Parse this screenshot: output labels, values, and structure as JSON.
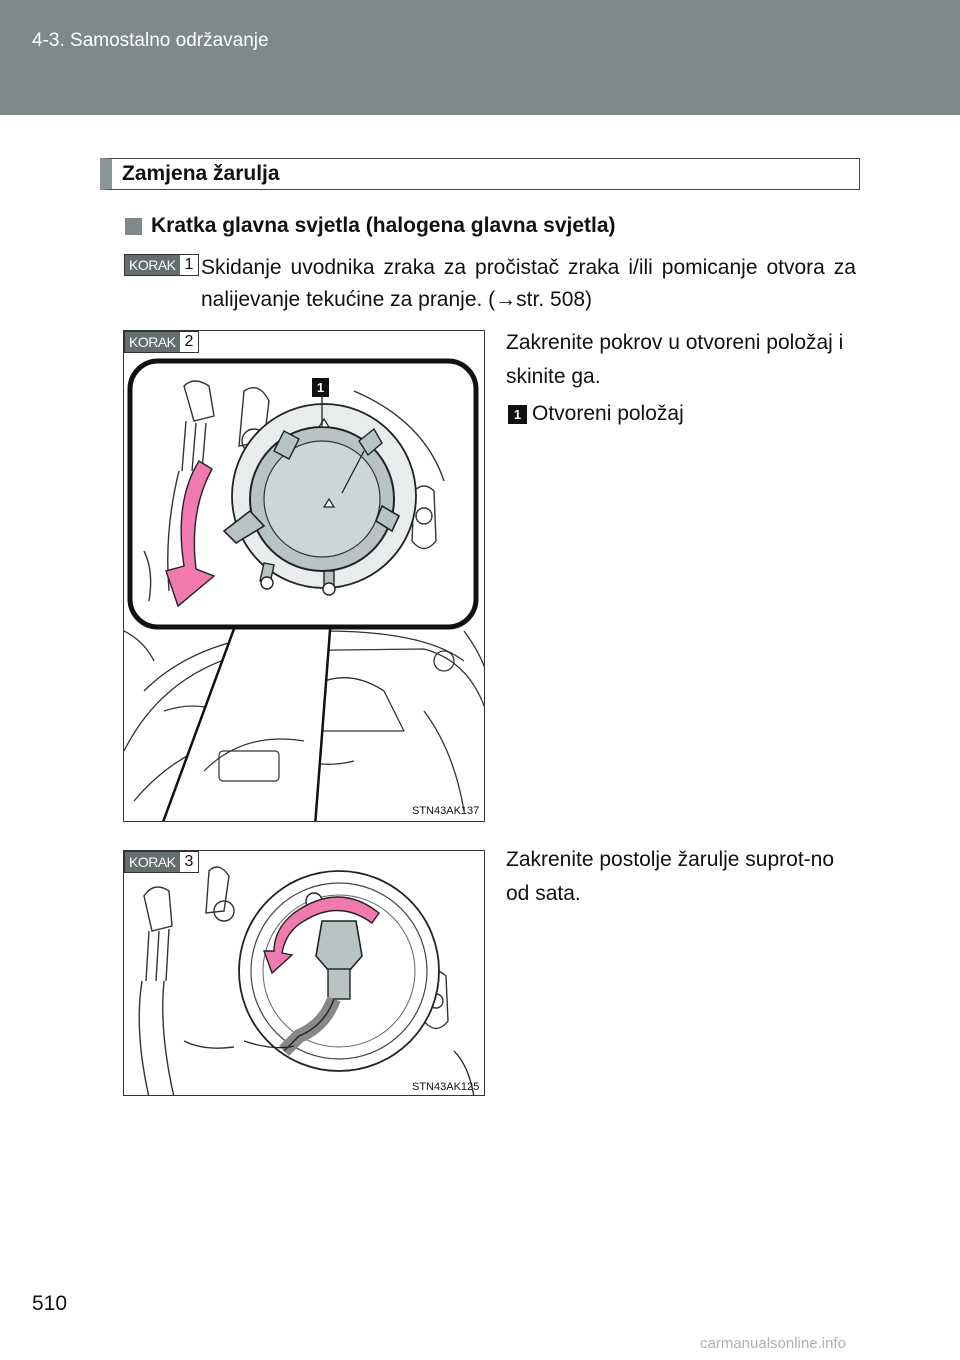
{
  "header": {
    "section": "4-3. Samostalno održavanje"
  },
  "title": "Zamjena žarulja",
  "subheading": "Kratka glavna svjetla (halogena glavna svjetla)",
  "korak_word": "KORAK",
  "steps": [
    {
      "num": "1",
      "text": "Skidanje uvodnika zraka za pročistač zraka i/ili pomicanje otvora za nalijevanje tekućine za pranje. (→str. 508)"
    },
    {
      "num": "2",
      "text": "Zakrenite pokrov u otvoreni položaj i skinite ga.",
      "callout_num": "1",
      "callout_text": "Otvoreni položaj",
      "figure_code": "STN43AK137"
    },
    {
      "num": "3",
      "text": "Zakrenite postolje žarulje suprot-no od sata.",
      "figure_code": "STN43AK125"
    }
  ],
  "page_number": "510",
  "watermark": "carmanualsonline.info",
  "colors": {
    "band": "#7d8a8a",
    "arrow": "#f07ab0",
    "korak_bg": "#636d6d"
  }
}
